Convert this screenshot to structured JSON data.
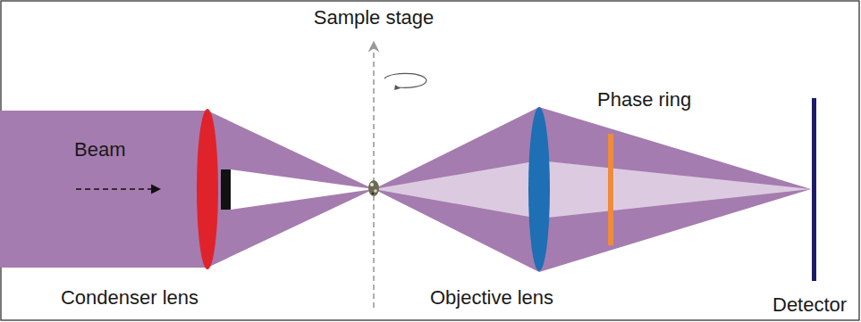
{
  "diagram": {
    "labels": [
      "Sample stage",
      "Beam",
      "Phase ring",
      "Condenser lens",
      "Objective lens",
      "Detector"
    ]
  }
}
